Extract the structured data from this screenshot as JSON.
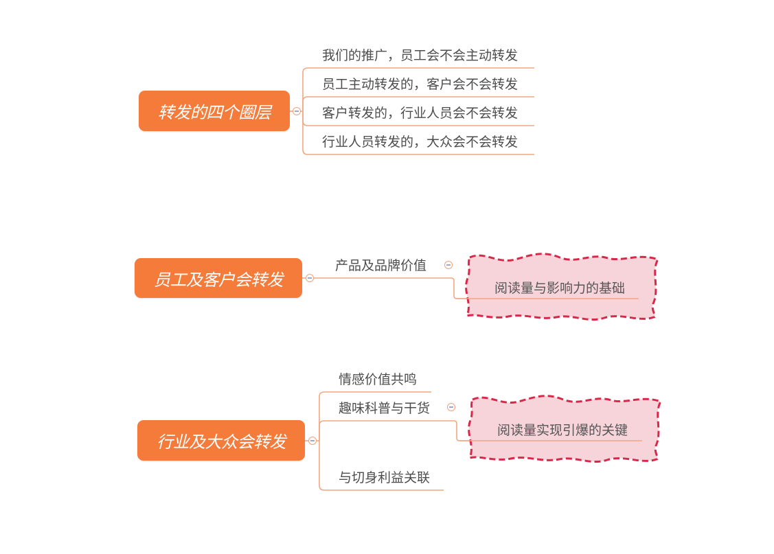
{
  "colors": {
    "topic_fill": "#f47b3a",
    "topic_text": "#ffffff",
    "branch_line": "#f4a67f",
    "sub_text": "#4d4d4d",
    "cloud_fill": "#f7d3da",
    "cloud_border": "#d8284a"
  },
  "groups": [
    {
      "topic": "转发的四个圈层",
      "children": [
        "我们的推广，员工会不会主动转发",
        "员工主动转发的，客户会不会转发",
        "客户转发的，行业人员会不会转发",
        "行业人员转发的，大众会不会转发"
      ]
    },
    {
      "topic": "员工及客户会转发",
      "children": [
        "产品及品牌价值"
      ],
      "callout": {
        "parent": "产品及品牌价值",
        "text": "阅读量与影响力的基础"
      }
    },
    {
      "topic": "行业及大众会转发",
      "children": [
        "情感价值共鸣",
        "趣味科普与干货",
        "与切身利益关联"
      ],
      "callout": {
        "parent": "趣味科普与干货",
        "text": "阅读量实现引爆的关键"
      }
    }
  ],
  "icons": {
    "collapse": "minus-circle-icon"
  }
}
